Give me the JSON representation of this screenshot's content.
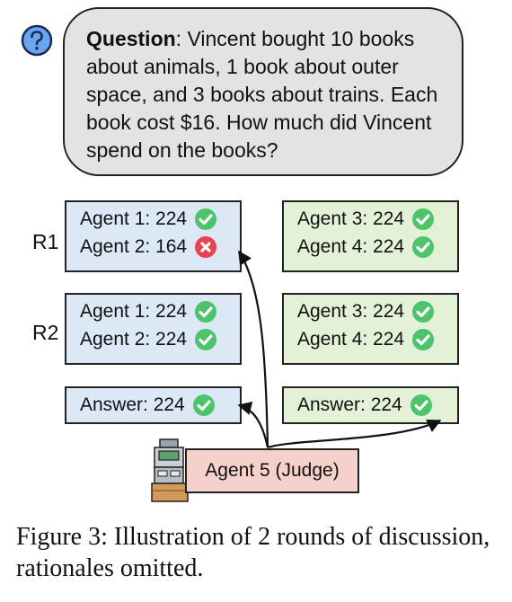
{
  "question": {
    "label": "Question",
    "text": ": Vincent bought 10 books about animals, 1 book about outer space, and 3 books about trains. Each book cost $16. How much did Vincent spend on the books?"
  },
  "rounds": [
    {
      "label": "R1",
      "left": [
        {
          "text": "Agent 1: 224",
          "correct": true
        },
        {
          "text": "Agent 2: 164",
          "correct": false
        }
      ],
      "right": [
        {
          "text": "Agent 3: 224",
          "correct": true
        },
        {
          "text": "Agent 4: 224",
          "correct": true
        }
      ]
    },
    {
      "label": "R2",
      "left": [
        {
          "text": "Agent 1: 224",
          "correct": true
        },
        {
          "text": "Agent 2: 224",
          "correct": true
        }
      ],
      "right": [
        {
          "text": "Agent 3: 224",
          "correct": true
        },
        {
          "text": "Agent 4: 224",
          "correct": true
        }
      ]
    }
  ],
  "answers": {
    "left": {
      "text": "Answer: 224",
      "correct": true
    },
    "right": {
      "text": "Answer: 224",
      "correct": true
    }
  },
  "judge": {
    "label": "Agent 5 (Judge)"
  },
  "caption": "Figure 3: Illustration of 2 rounds of discussion, rationales omitted.",
  "colors": {
    "left_panel": "#dce8f5",
    "right_panel": "#e3f2d6",
    "judge_box": "#f6d0cb",
    "question_bubble": "#e3e3e3",
    "correct": "#4cc46a",
    "wrong": "#e8424f"
  },
  "icons": {
    "correct": "check-circle-icon",
    "wrong": "x-circle-icon",
    "question": "question-mark-icon",
    "judge": "robot-judge-icon"
  }
}
